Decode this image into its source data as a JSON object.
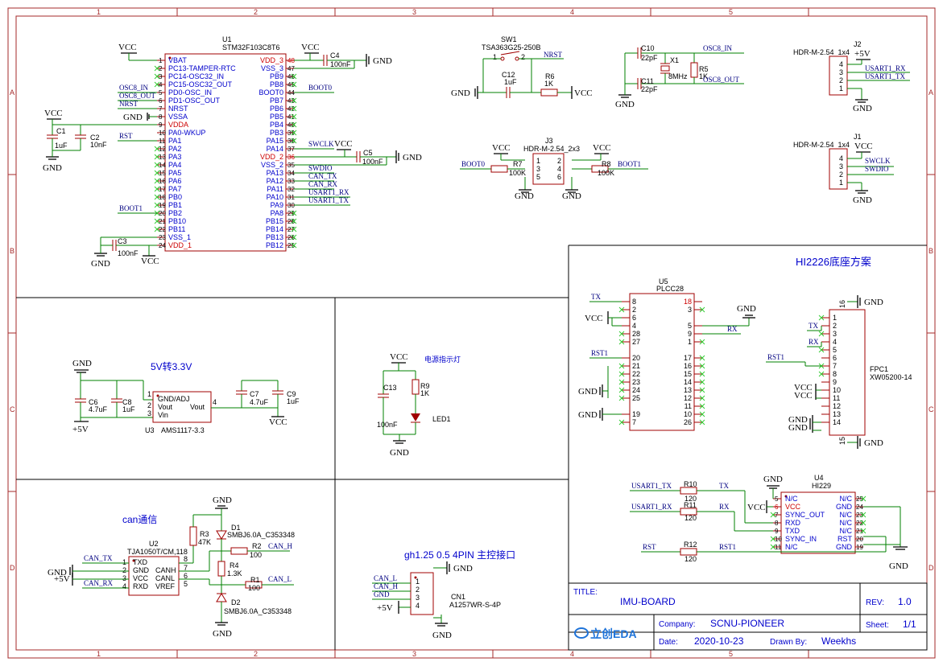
{
  "border": {
    "columns": [
      "1",
      "2",
      "3",
      "4",
      "5"
    ],
    "rows": [
      "A",
      "B",
      "C",
      "D"
    ]
  },
  "title_block": {
    "title_label": "TITLE:",
    "title": "IMU-BOARD",
    "rev_label": "REV:",
    "rev": "1.0",
    "company_label": "Company:",
    "company": "SCNU-PIONEER",
    "sheet_label": "Sheet:",
    "sheet": "1/1",
    "date_label": "Date:",
    "date": "2020-10-23",
    "drawn_label": "Drawn By:",
    "drawn_by": "Weekhs",
    "logo": "立创EDA"
  },
  "sections": {
    "regulator": "5V转3.3V",
    "power_led": "电源指示灯",
    "can": "can通信",
    "connector": "gh1.25 0.5 4PIN 主控接口",
    "hi2226": "HI2226底座方案"
  },
  "power": {
    "vcc": "VCC",
    "gnd": "GND",
    "p5v": "+5V"
  },
  "u1": {
    "ref": "U1",
    "part": "STM32F103C8T6",
    "left_pins": [
      {
        "n": "1",
        "name": "VBAT",
        "red": false
      },
      {
        "n": "2",
        "name": "PC13-TAMPER-RTC",
        "red": false
      },
      {
        "n": "3",
        "name": "PC14-OSC32_IN",
        "red": false
      },
      {
        "n": "4",
        "name": "PC15-OSC32_OUT",
        "red": false
      },
      {
        "n": "5",
        "name": "PD0-OSC_IN",
        "red": false
      },
      {
        "n": "6",
        "name": "PD1-OSC_OUT",
        "red": false
      },
      {
        "n": "7",
        "name": "NRST",
        "red": false
      },
      {
        "n": "8",
        "name": "VSSA",
        "red": false
      },
      {
        "n": "9",
        "name": "VDDA",
        "red": true
      },
      {
        "n": "10",
        "name": "PA0-WKUP",
        "red": false
      },
      {
        "n": "11",
        "name": "PA1",
        "red": false
      },
      {
        "n": "12",
        "name": "PA2",
        "red": false
      },
      {
        "n": "13",
        "name": "PA3",
        "red": false
      },
      {
        "n": "14",
        "name": "PA4",
        "red": false
      },
      {
        "n": "15",
        "name": "PA5",
        "red": false
      },
      {
        "n": "16",
        "name": "PA6",
        "red": false
      },
      {
        "n": "17",
        "name": "PA7",
        "red": false
      },
      {
        "n": "18",
        "name": "PB0",
        "red": false
      },
      {
        "n": "19",
        "name": "PB1",
        "red": false
      },
      {
        "n": "20",
        "name": "PB2",
        "red": false
      },
      {
        "n": "21",
        "name": "PB10",
        "red": false
      },
      {
        "n": "22",
        "name": "PB11",
        "red": false
      },
      {
        "n": "23",
        "name": "VSS_1",
        "red": false
      },
      {
        "n": "24",
        "name": "VDD_1",
        "red": true
      }
    ],
    "right_pins": [
      {
        "n": "48",
        "name": "VDD_3",
        "red": true
      },
      {
        "n": "47",
        "name": "VSS_3",
        "red": false
      },
      {
        "n": "46",
        "name": "PB9",
        "red": false
      },
      {
        "n": "45",
        "name": "PB8",
        "red": false
      },
      {
        "n": "44",
        "name": "BOOT0",
        "red": false
      },
      {
        "n": "43",
        "name": "PB7",
        "red": false
      },
      {
        "n": "42",
        "name": "PB6",
        "red": false
      },
      {
        "n": "41",
        "name": "PB5",
        "red": false
      },
      {
        "n": "40",
        "name": "PB4",
        "red": false
      },
      {
        "n": "39",
        "name": "PB3",
        "red": false
      },
      {
        "n": "38",
        "name": "PA15",
        "red": false
      },
      {
        "n": "37",
        "name": "PA14",
        "red": false
      },
      {
        "n": "36",
        "name": "VDD_2",
        "red": true
      },
      {
        "n": "35",
        "name": "VSS_2",
        "red": false
      },
      {
        "n": "34",
        "name": "PA13",
        "red": false
      },
      {
        "n": "33",
        "name": "PA12",
        "red": false
      },
      {
        "n": "32",
        "name": "PA11",
        "red": false
      },
      {
        "n": "31",
        "name": "PA10",
        "red": false
      },
      {
        "n": "30",
        "name": "PA9",
        "red": false
      },
      {
        "n": "29",
        "name": "PA8",
        "red": false
      },
      {
        "n": "28",
        "name": "PB15",
        "red": false
      },
      {
        "n": "27",
        "name": "PB14",
        "red": false
      },
      {
        "n": "26",
        "name": "PB13",
        "red": false
      },
      {
        "n": "25",
        "name": "PB12",
        "red": false
      }
    ]
  },
  "nets": {
    "osc_in": "OSC8_IN",
    "osc_out": "OSC8_OUT",
    "nrst": "NRST",
    "rst": "RST",
    "boot1": "BOOT1",
    "boot0": "BOOT0",
    "swclk": "SWCLK",
    "swdio": "SWDIO",
    "can_tx": "CAN_TX",
    "can_rx": "CAN_RX",
    "usart1_rx": "USART1_RX",
    "usart1_tx": "USART1_TX",
    "can_h": "CAN_H",
    "can_l": "CAN_L",
    "tx": "TX",
    "rx": "RX",
    "rst1": "RST1"
  },
  "parts": {
    "c1": {
      "ref": "C1",
      "val": "1uF"
    },
    "c2": {
      "ref": "C2",
      "val": "10nF"
    },
    "c3": {
      "ref": "C3",
      "val": "100nF"
    },
    "c4": {
      "ref": "C4",
      "val": "100nF"
    },
    "c5": {
      "ref": "C5",
      "val": "100nF"
    },
    "c6": {
      "ref": "C6",
      "val": "4.7uF"
    },
    "c7": {
      "ref": "C7",
      "val": "4.7uF"
    },
    "c8": {
      "ref": "C8",
      "val": "1uF"
    },
    "c9": {
      "ref": "C9",
      "val": "1uF"
    },
    "c10": {
      "ref": "C10",
      "val": "22pF"
    },
    "c11": {
      "ref": "C11",
      "val": "22pF"
    },
    "c12": {
      "ref": "C12",
      "val": "1uF"
    },
    "c13": {
      "ref": "C13",
      "val": "100nF"
    },
    "r1": {
      "ref": "R1",
      "val": "100"
    },
    "r2": {
      "ref": "R2",
      "val": "100"
    },
    "r3": {
      "ref": "R3",
      "val": "47K"
    },
    "r4": {
      "ref": "R4",
      "val": "1.3K"
    },
    "r5": {
      "ref": "R5",
      "val": "1K"
    },
    "r6": {
      "ref": "R6",
      "val": "1K"
    },
    "r7": {
      "ref": "R7",
      "val": "100K"
    },
    "r8": {
      "ref": "R8",
      "val": "100K"
    },
    "r9": {
      "ref": "R9",
      "val": "1K"
    },
    "r10": {
      "ref": "R10",
      "val": "120"
    },
    "r11": {
      "ref": "R11",
      "val": "120"
    },
    "r12": {
      "ref": "R12",
      "val": "120"
    },
    "x1": {
      "ref": "X1",
      "val": "8MHz"
    },
    "sw1": {
      "ref": "SW1",
      "val": "TSA363G25-250B"
    },
    "d1": {
      "ref": "D1",
      "val": "SMBJ6.0A_C353348"
    },
    "d2": {
      "ref": "D2",
      "val": "SMBJ6.0A_C353348"
    },
    "led1": {
      "ref": "LED1"
    },
    "j1": {
      "ref": "J1",
      "val": "HDR-M-2.54_1x4"
    },
    "j2": {
      "ref": "J2",
      "val": "HDR-M-2.54_1x4"
    },
    "j3": {
      "ref": "J3",
      "val": "HDR-M-2.54_2x3"
    },
    "u2": {
      "ref": "U2",
      "val": "TJA1050T/CM,118"
    },
    "u3": {
      "ref": "U3",
      "val": "AMS1117-3.3"
    },
    "u4": {
      "ref": "U4",
      "val": "HI229"
    },
    "u5": {
      "ref": "U5",
      "val": "PLCC28"
    },
    "fpc1": {
      "ref": "FPC1",
      "val": "XW05200-14"
    },
    "cn1": {
      "ref": "CN1",
      "val": "A1257WR-S-4P"
    }
  },
  "u2_pins": {
    "txd": "TXD",
    "gnd": "GND",
    "vcc": "VCC",
    "rxd": "RXD",
    "canh": "CANH",
    "canl": "CANL",
    "vref": "VREF"
  },
  "u3_pins": {
    "gnd_adj": "GND/ADJ",
    "vout": "Vout",
    "vin": "Vin",
    "vout2": "Vout"
  },
  "u4_pins": {
    "left": [
      "N/C",
      "VCC",
      "SYNC_OUT",
      "RXD",
      "TXD",
      "SYNC_IN",
      "N/C"
    ],
    "right": [
      "N/C",
      "GND",
      "N/C",
      "N/C",
      "N/C",
      "RST",
      "GND"
    ]
  }
}
